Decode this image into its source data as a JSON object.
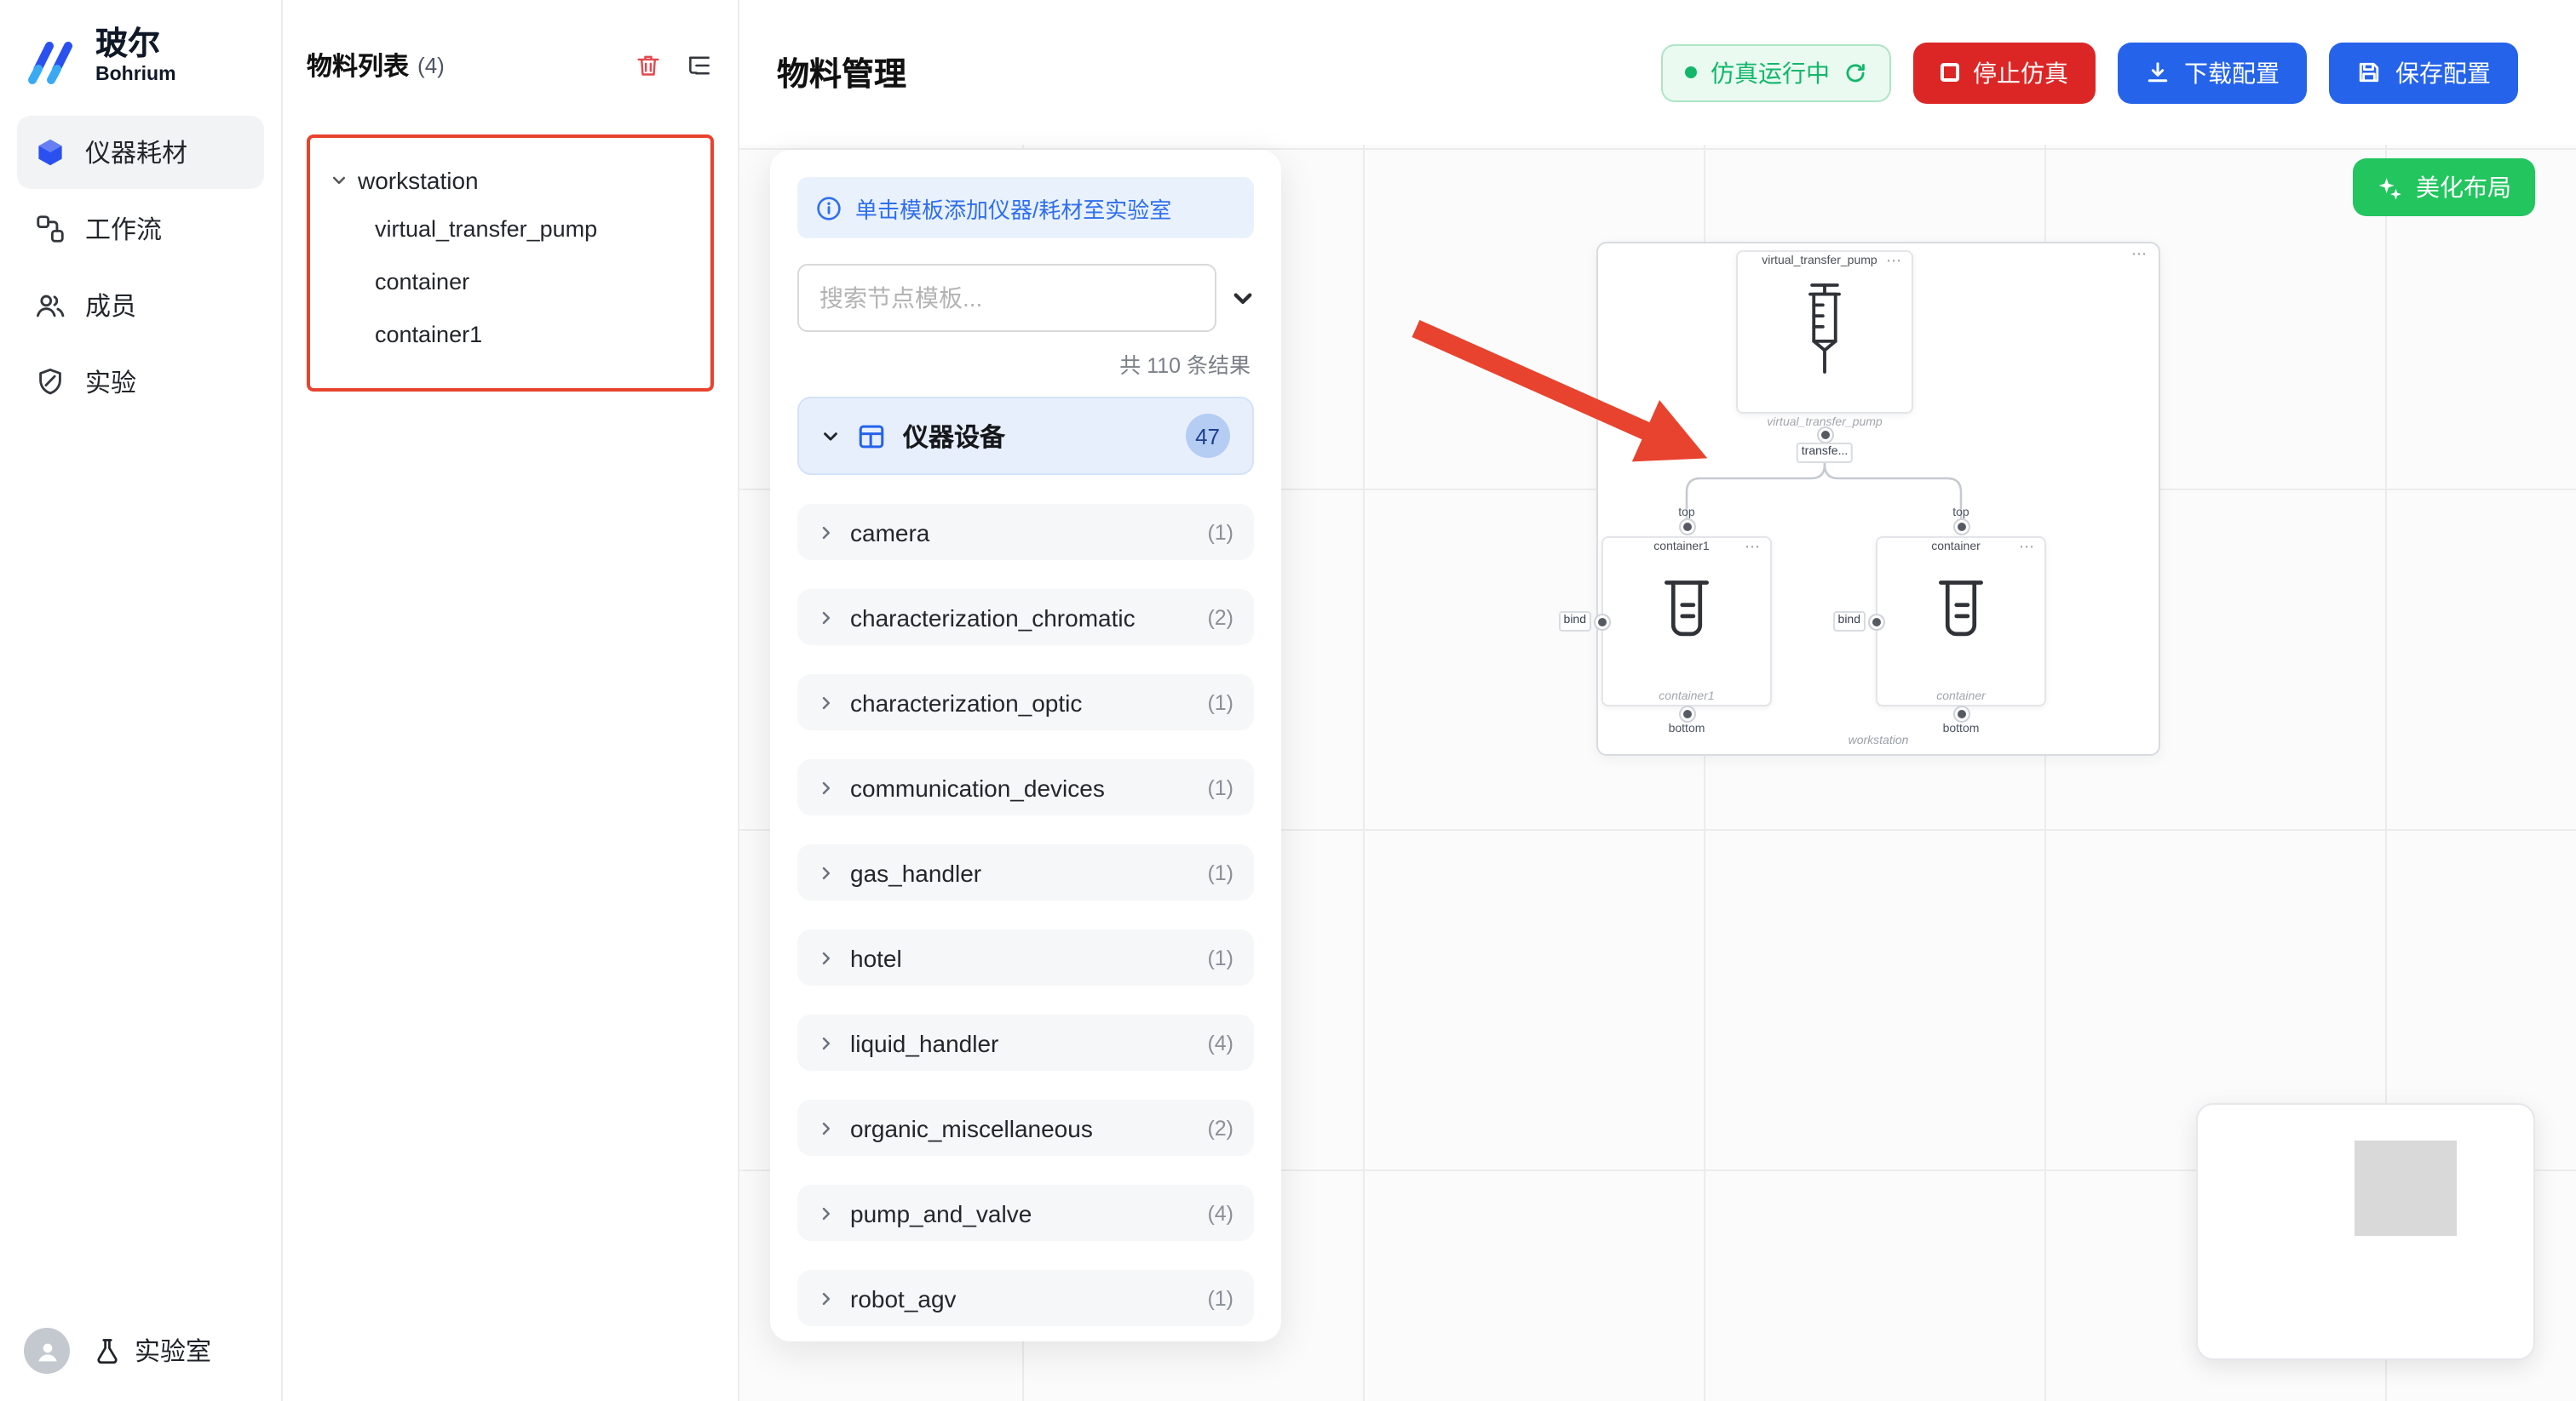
{
  "colors": {
    "brand_blue": "#2B50F0",
    "primary_blue": "#2563EB",
    "danger_red": "#DC2626",
    "success_green": "#12B76A",
    "success_bg": "#EAFAF1",
    "success_border": "#AEE5C6",
    "beautify_green": "#22C55E",
    "highlight_red": "#E8432E",
    "info_bg": "#E9F1FD",
    "info_text": "#2F6FED",
    "section_bg": "#E8EFFC",
    "badge_bg": "#B5CCF3",
    "badge_text": "#1D3F8F",
    "row_bg": "#F6F7F8"
  },
  "icons": {
    "more": "⋯"
  },
  "brand": {
    "name": "玻尔",
    "subtitle": "Bohrium"
  },
  "sidebar": {
    "items": [
      {
        "label": "仪器耗材"
      },
      {
        "label": "工作流"
      },
      {
        "label": "成员"
      },
      {
        "label": "实验"
      }
    ],
    "footer_label": "实验室"
  },
  "materials": {
    "title": "物料列表",
    "count": "(4)",
    "tree": {
      "root": "workstation",
      "children": [
        "virtual_transfer_pump",
        "container",
        "container1"
      ]
    }
  },
  "header": {
    "title": "物料管理",
    "status": "仿真运行中",
    "stop": "停止仿真",
    "download": "下载配置",
    "save": "保存配置"
  },
  "panel": {
    "info": "单击模板添加仪器/耗材至实验室",
    "search_placeholder": "搜索节点模板...",
    "result_count": "共 110 条结果",
    "section": {
      "label": "仪器设备",
      "count": "47"
    },
    "items": [
      {
        "label": "camera",
        "count": "(1)"
      },
      {
        "label": "characterization_chromatic",
        "count": "(2)"
      },
      {
        "label": "characterization_optic",
        "count": "(1)"
      },
      {
        "label": "communication_devices",
        "count": "(1)"
      },
      {
        "label": "gas_handler",
        "count": "(1)"
      },
      {
        "label": "hotel",
        "count": "(1)"
      },
      {
        "label": "liquid_handler",
        "count": "(4)"
      },
      {
        "label": "organic_miscellaneous",
        "count": "(2)"
      },
      {
        "label": "pump_and_valve",
        "count": "(4)"
      },
      {
        "label": "robot_agv",
        "count": "(1)"
      }
    ]
  },
  "canvas": {
    "beautify": "美化布局",
    "group": {
      "label": "workstation"
    },
    "nodes": {
      "pump": {
        "title": "virtual_transfer_pump",
        "sub": "virtual_transfer_pump",
        "port": "transfe..."
      },
      "container1": {
        "title": "container1",
        "sub": "container1",
        "top": "top",
        "bind": "bind",
        "bottom": "bottom"
      },
      "container": {
        "title": "container",
        "sub": "container",
        "top": "top",
        "bind": "bind",
        "bottom": "bottom"
      }
    }
  }
}
